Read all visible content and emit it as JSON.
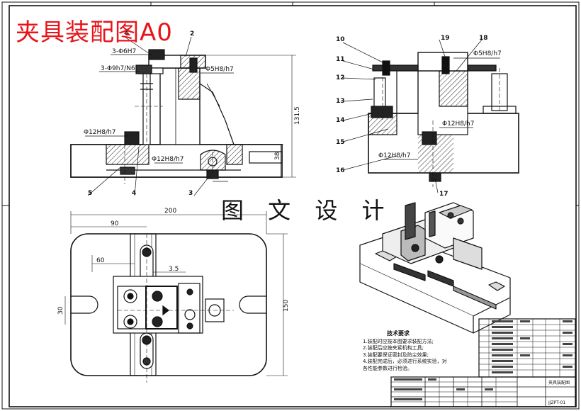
{
  "title": "夹具装配图A0",
  "studio_text": "图 文 设 计",
  "fit_labels": {
    "holes_6": "3-Φ6H7",
    "holes_9": "3-Φ9h7/N6",
    "fit_5_left": "Φ5H8/h7",
    "fit_5_right": "Φ5H8/h7",
    "fit_12_a": "Φ12H8/h7",
    "fit_12_b": "Φ12H8/h7",
    "fit_12_c": "Φ12H8/h7",
    "fit_12_d": "Φ12H8/h7"
  },
  "dimensions": {
    "height_total": "131.5",
    "height_base": "38",
    "width_200": "200",
    "width_90": "90",
    "width_60": "60",
    "width_35": "3.5",
    "depth_30": "30",
    "depth_150": "150"
  },
  "balloons": {
    "b2": "2",
    "b3": "3",
    "b4": "4",
    "b5": "5",
    "b6": "6",
    "b10": "10",
    "b11": "11",
    "b12": "12",
    "b13": "13",
    "b14": "14",
    "b15": "15",
    "b16": "16",
    "b17": "17",
    "b18": "18",
    "b19": "19"
  },
  "tech_notes": {
    "title": "技术要求",
    "lines": [
      "1.装配时应按本图要求装配方法;",
      "2.装配后应按夹紧机构工具;",
      "3.装配要保证密封及防尘效果;",
      "4.装配完成后，必须进行系统实验，对",
      "各性能参数进行检验。"
    ]
  },
  "title_block": {
    "drawing_name": "夹具装配图",
    "drawing_code": "JJZPT-01"
  }
}
